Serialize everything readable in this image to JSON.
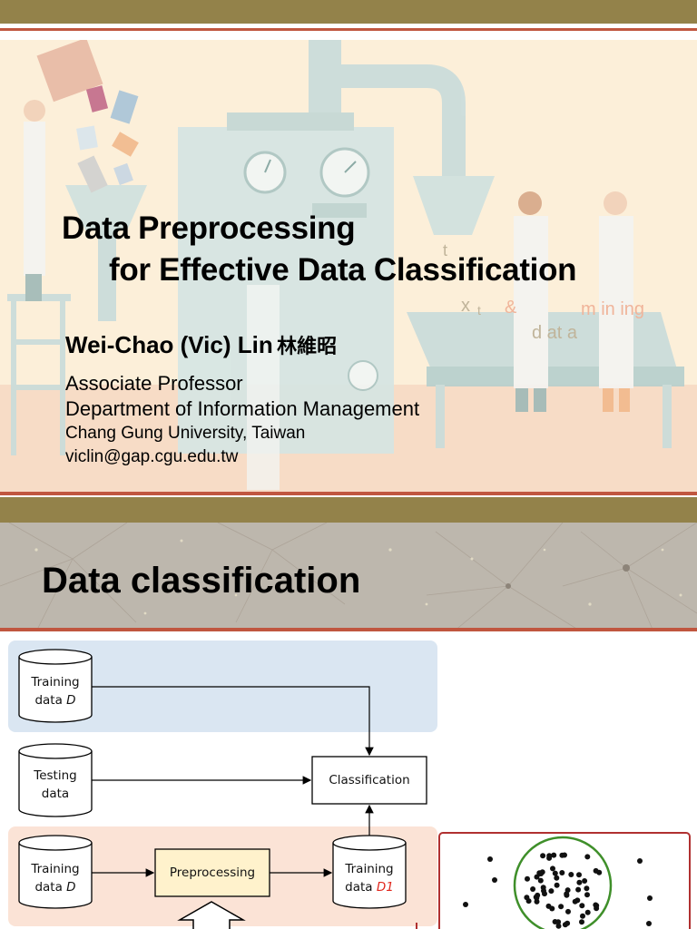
{
  "slide1": {
    "title_line1": "Data Preprocessing",
    "title_line2": "for Effective Data Classification",
    "author_name": "Wei-Chao (Vic) Lin",
    "author_cjk": "林維昭",
    "position": "Associate Professor",
    "department": "Department of Information Management",
    "university": "Chang Gung University, Taiwan",
    "email": "viclin@gap.cgu.edu.tw",
    "illustration_words": [
      "t",
      "x",
      "t",
      "&",
      "m in ing",
      "d at a"
    ],
    "colors": {
      "top_bar": "#93824a",
      "accent_line": "#c0563f",
      "background": "#fcefd9"
    }
  },
  "slide2": {
    "title": "Data classification",
    "diagram": {
      "training_top": {
        "line1": "Training",
        "line2_prefix": "data ",
        "line2_var": "D"
      },
      "testing": {
        "line1": "Testing",
        "line2": "data"
      },
      "classification": "Classification",
      "training_bottom": {
        "line1": "Training",
        "line2_prefix": "data ",
        "line2_var": "D"
      },
      "preprocessing": "Preprocessing",
      "training_d1": {
        "line1": "Training",
        "line2_prefix": "data ",
        "line2_var": "D1"
      }
    },
    "colors": {
      "top_band": "#dae6f2",
      "bottom_band": "#fbe3d6",
      "preprocessing_fill": "#fff2cc",
      "d1_red": "#e0261c",
      "cluster_green": "#3f8f2a",
      "panel_border": "#b03030"
    }
  }
}
